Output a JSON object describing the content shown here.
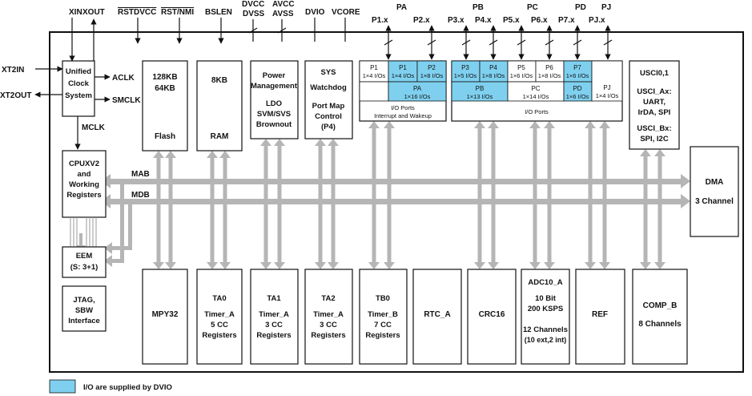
{
  "signals_top": {
    "xin": "XIN",
    "xout": "XOUT",
    "rstdvcc": "RSTDVCC",
    "rstnmi": "RST/NMI",
    "bslen": "BSLEN",
    "dvcc": "DVCC",
    "dvss": "DVSS",
    "avcc": "AVCC",
    "avss": "AVSS",
    "dvio": "DVIO",
    "vcore": "VCORE"
  },
  "port_groups": {
    "pa": "PA",
    "pb": "PB",
    "pc": "PC",
    "pd": "PD",
    "pj": "PJ"
  },
  "port_pins": {
    "p1": "P1.x",
    "p2": "P2.x",
    "p3": "P3.x",
    "p4": "P4.x",
    "p5": "P5.x",
    "p6": "P6.x",
    "p7": "P7.x",
    "pj": "PJ.x"
  },
  "left_signals": {
    "xt2in": "XT2IN",
    "xt2out": "XT2OUT",
    "aclk": "ACLK",
    "smclk": "SMCLK",
    "mclk": "MCLK"
  },
  "buses": {
    "mab": "MAB",
    "mdb": "MDB"
  },
  "clock": [
    "Unified",
    "Clock",
    "System"
  ],
  "flash": {
    "l1": "128KB",
    "l2": "64KB",
    "name": "Flash"
  },
  "ram": {
    "l1": "8KB",
    "name": "RAM"
  },
  "power": [
    "Power",
    "Management",
    "LDO",
    "SVM/SVS",
    "Brownout"
  ],
  "sys": [
    "SYS",
    "Watchdog",
    "Port Map",
    "Control",
    "(P4)"
  ],
  "port_a": {
    "p1": {
      "name": "P1",
      "desc": "1×4 I/Os"
    },
    "p1b": {
      "name": "P1",
      "desc": "1×4 I/Os"
    },
    "p2": {
      "name": "P2",
      "desc": "1×8 I/Os"
    },
    "pa": {
      "name": "PA",
      "desc": "1×16 I/Os"
    },
    "footer1": "I/O Ports",
    "footer2": "Interrupt and Wakeup"
  },
  "port_b": {
    "p3": {
      "name": "P3",
      "desc": "1×5 I/Os"
    },
    "p4": {
      "name": "P4",
      "desc": "1×8 I/Os"
    },
    "p5": {
      "name": "P5",
      "desc": "1×6 I/Os"
    },
    "p6": {
      "name": "P6",
      "desc": "1×8 I/Os"
    },
    "p7": {
      "name": "P7",
      "desc": "1×6 I/Os"
    },
    "pb": {
      "name": "PB",
      "desc": "1×13 I/Os"
    },
    "pc": {
      "name": "PC",
      "desc": "1×14 I/Os"
    },
    "pd": {
      "name": "PD",
      "desc": "1×6 I/Os"
    },
    "pj": {
      "name": "PJ",
      "desc": "1×4 I/Os"
    },
    "footer": "I/O Ports"
  },
  "usci": [
    "USCI0,1",
    "USCI_Ax:",
    "UART,",
    "IrDA, SPI",
    "USCI_Bx:",
    "SPI, I2C"
  ],
  "cpu": [
    "CPUXV2",
    "and",
    "Working",
    "Registers"
  ],
  "dma": [
    "DMA",
    "3 Channel"
  ],
  "eem": [
    "EEM",
    "(S: 3+1)"
  ],
  "jtag": [
    "JTAG,",
    "SBW",
    "Interface"
  ],
  "mpy": "MPY32",
  "ta0": [
    "TA0",
    "Timer_A",
    "5 CC",
    "Registers"
  ],
  "ta1": [
    "TA1",
    "Timer_A",
    "3 CC",
    "Registers"
  ],
  "ta2": [
    "TA2",
    "Timer_A",
    "3 CC",
    "Registers"
  ],
  "tb0": [
    "TB0",
    "Timer_B",
    "7 CC",
    "Registers"
  ],
  "rtc": "RTC_A",
  "crc": "CRC16",
  "adc": [
    "ADC10_A",
    "10 Bit",
    "200 KSPS",
    "12 Channels",
    "(10 ext,2 int)"
  ],
  "ref": "REF",
  "comp": [
    "COMP_B",
    "8 Channels"
  ],
  "legend": {
    "text": "I/O are supplied by DVIO",
    "color": "#7fd0ef"
  }
}
